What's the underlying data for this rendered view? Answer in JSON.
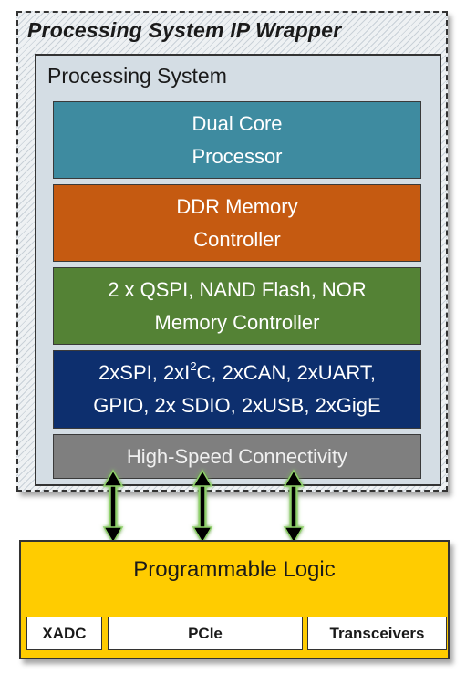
{
  "wrapper": {
    "title": "Processing System IP Wrapper"
  },
  "processing_system": {
    "title": "Processing System",
    "blocks": {
      "cpu": {
        "line1": "Dual Core",
        "line2": "Processor",
        "color": "#3e8ba0"
      },
      "ddr": {
        "line1": "DDR Memory",
        "line2": "Controller",
        "color": "#c55a11"
      },
      "mem": {
        "line1": "2 x QSPI, NAND Flash, NOR",
        "line2": "Memory Controller",
        "color": "#548235"
      },
      "io": {
        "line1_a": "2xSPI, 2xI",
        "line1_sup": "2",
        "line1_b": "C, 2xCAN, 2xUART,",
        "line2": "GPIO, 2x SDIO, 2xUSB, 2xGigE",
        "color": "#0d2f6e"
      },
      "hs": {
        "label": "High-Speed Connectivity",
        "color": "#7f7f7f"
      }
    }
  },
  "programmable_logic": {
    "title": "Programmable Logic",
    "color": "#ffcc00",
    "blocks": {
      "xadc": "XADC",
      "pcie": "PCIe",
      "transceivers": "Transceivers"
    }
  },
  "connectors": {
    "count": 3,
    "direction": "bidirectional",
    "glow_color": "#8fd16a"
  }
}
